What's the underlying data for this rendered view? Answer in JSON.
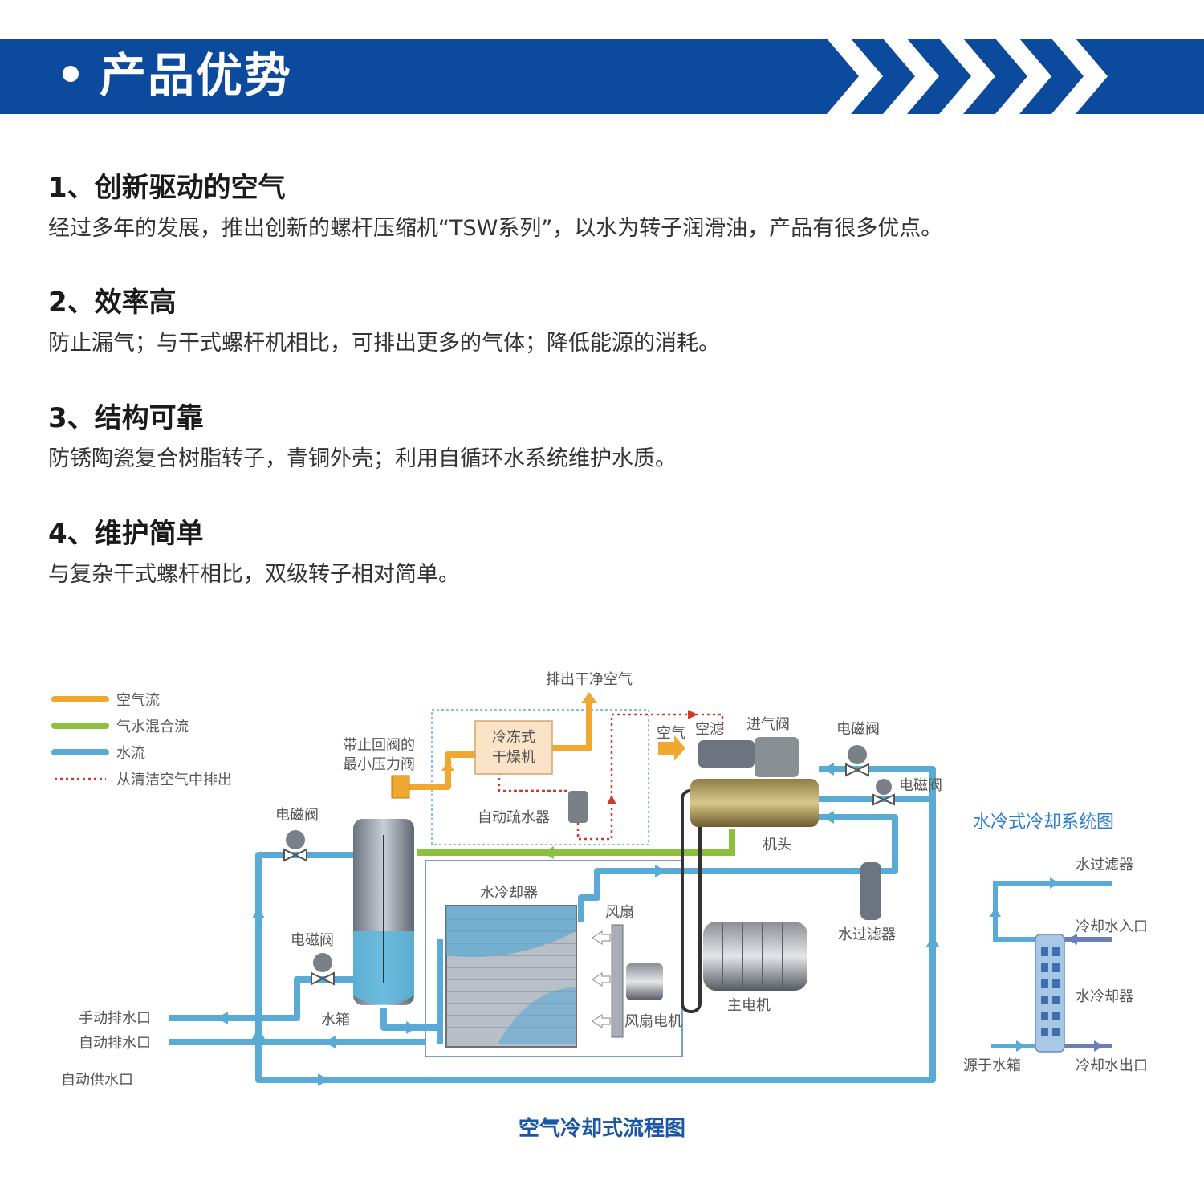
{
  "banner": {
    "title": "产品优势"
  },
  "sections": [
    {
      "heading": "1、创新驱动的空气",
      "text": "经过多年的发展，推出创新的螺杆压缩机“TSW系列”，以水为转子润滑油，产品有很多优点。"
    },
    {
      "heading": "2、效率高",
      "text": "防止漏气；与干式螺杆机相比，可排出更多的气体；降低能源的消耗。"
    },
    {
      "heading": "3、结构可靠",
      "text": "防锈陶瓷复合树脂转子，青铜外壳；利用自循环水系统维护水质。"
    },
    {
      "heading": "4、维护简单",
      "text": "与复杂干式螺杆相比，双级转子相对简单。"
    }
  ],
  "colors": {
    "banner": "#0b4a9c",
    "air": "#f0a830",
    "mixed": "#8dc03c",
    "water": "#5aaad6",
    "exhaust": "#d03a2a"
  },
  "legend": [
    {
      "label": "空气流",
      "color": "#f0a830"
    },
    {
      "label": "气水混合流",
      "color": "#8dc03c"
    },
    {
      "label": "水流",
      "color": "#5aaad6"
    },
    {
      "label": "从清洁空气中排出",
      "color": "#d03a2a"
    }
  ],
  "diagram": {
    "labels": {
      "exhaust_clean": "排出干净空气",
      "dryer": "冷冻式",
      "dryer2": "干燥机",
      "check_valve": "带止回阀的",
      "check_valve2": "最小压力阀",
      "auto_drain": "自动疏水器",
      "air": "空气",
      "air_filter": "空滤",
      "intake_valve": "进气阀",
      "solenoid_1": "电磁阀",
      "solenoid_2": "电磁阀",
      "solenoid_3": "电磁阀",
      "solenoid_4": "电磁阀",
      "head": "机头",
      "water_cooler": "水冷却器",
      "fan": "风扇",
      "water_filter": "水过滤器",
      "main_motor": "主电机",
      "fan_motor": "风扇电机",
      "tank": "水箱",
      "manual_drain": "手动排水口",
      "auto_drain_port": "自动排水口",
      "auto_supply": "自动供水口"
    },
    "caption": "空气冷却式流程图",
    "side_title": "水冷式冷却系统图",
    "side_labels": {
      "filter": "水过滤器",
      "inlet": "冷却水入口",
      "cooler": "水冷却器",
      "from_tank": "源于水箱",
      "outlet": "冷却水出口"
    }
  }
}
